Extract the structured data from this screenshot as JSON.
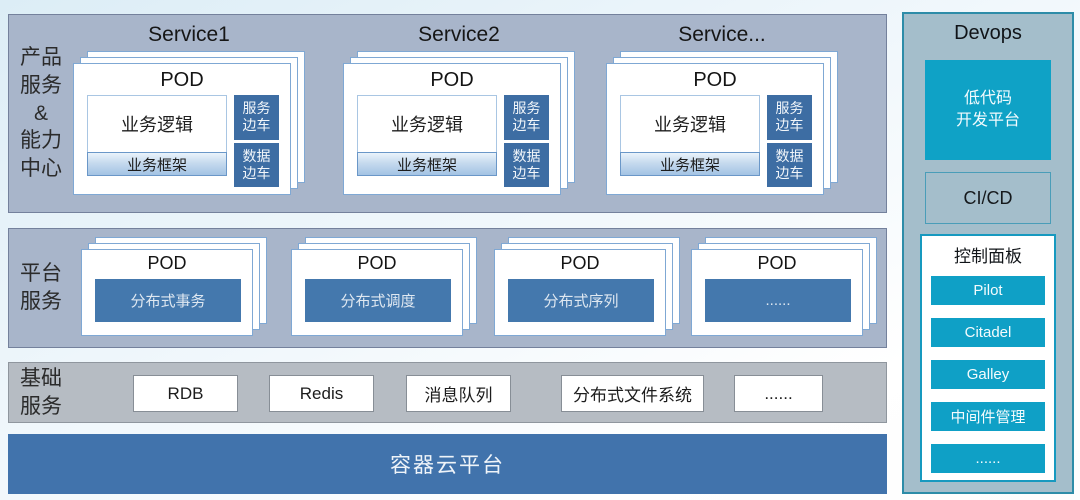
{
  "palette": {
    "band_blue_gray": "#a8b5ca",
    "band_gray": "#b6bcc3",
    "cloud_blue": "#4173ac",
    "sidecar_blue": "#3d6da3",
    "platform_bar_blue": "#4478ad",
    "devops_bg": "#a4becb",
    "devops_teal": "#0fa2c6",
    "card_border_blue": "#7fa8d4",
    "panel_border_teal": "#1799bf"
  },
  "products_band": {
    "label": "产品\n服务\n&\n能力\n中心",
    "services": [
      {
        "title": "Service1"
      },
      {
        "title": "Service2"
      },
      {
        "title": "Service..."
      }
    ],
    "pod_label": "POD",
    "logic_label": "业务逻辑",
    "framework_label": "业务框架",
    "sidecar_service": "服务\n边车",
    "sidecar_data": "数据\n边车"
  },
  "platform_band": {
    "label": "平台\n服务",
    "pod_label": "POD",
    "pods": [
      "分布式事务",
      "分布式调度",
      "分布式序列",
      "......"
    ]
  },
  "infra_band": {
    "label": "基础\n服务",
    "boxes": [
      "RDB",
      "Redis",
      "消息队列",
      "分布式文件系统",
      "......"
    ]
  },
  "cloud_band": {
    "label": "容器云平台"
  },
  "devops": {
    "title": "Devops",
    "lowcode_label": "低代码\n开发平台",
    "cicd_label": "CI/CD",
    "panel_title": "控制面板",
    "buttons": [
      "Pilot",
      "Citadel",
      "Galley",
      "中间件管理",
      "......"
    ]
  }
}
